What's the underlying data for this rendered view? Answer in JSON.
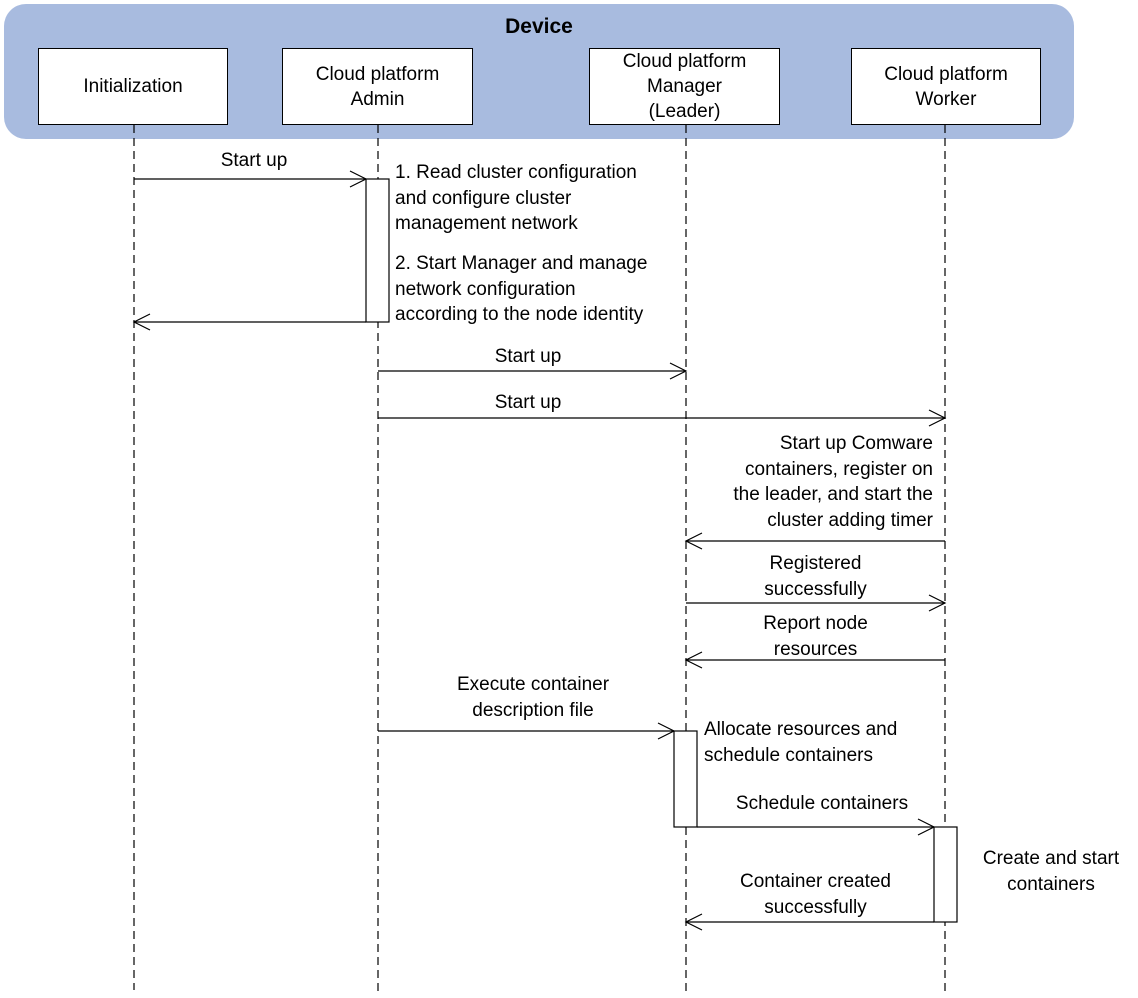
{
  "diagram": {
    "title": "Device",
    "actors": [
      {
        "id": "init",
        "label": "Initialization"
      },
      {
        "id": "admin",
        "label": "Cloud platform\nAdmin"
      },
      {
        "id": "manager",
        "label": "Cloud platform\nManager\n(Leader)"
      },
      {
        "id": "worker",
        "label": "Cloud platform\nWorker"
      }
    ],
    "messages": [
      {
        "label": "Start up",
        "from": "init",
        "to": "admin"
      },
      {
        "label": "",
        "from": "admin",
        "to": "init"
      },
      {
        "label": "Start up",
        "from": "admin",
        "to": "manager"
      },
      {
        "label": "Start up",
        "from": "admin",
        "to": "worker"
      },
      {
        "label": "Start up Comware\ncontainers, register on\nthe leader, and start the\ncluster adding timer",
        "from": "worker",
        "to": "manager"
      },
      {
        "label": "Registered\nsuccessfully",
        "from": "manager",
        "to": "worker"
      },
      {
        "label": "Report node\nresources",
        "from": "worker",
        "to": "manager"
      },
      {
        "label": "Execute container\ndescription file",
        "from": "admin",
        "to": "manager"
      },
      {
        "label": "Schedule containers",
        "from": "manager",
        "to": "worker"
      },
      {
        "label": "Container created\nsuccessfully",
        "from": "worker",
        "to": "manager"
      }
    ],
    "notes": [
      {
        "label": "1. Read cluster configuration\nand configure cluster\nmanagement network",
        "actor": "admin"
      },
      {
        "label": "2. Start Manager and manage\nnetwork configuration\naccording to the node identity",
        "actor": "admin"
      },
      {
        "label": "Allocate resources and\nschedule containers",
        "actor": "manager"
      },
      {
        "label": "Create and start\ncontainers",
        "actor": "worker"
      }
    ]
  }
}
